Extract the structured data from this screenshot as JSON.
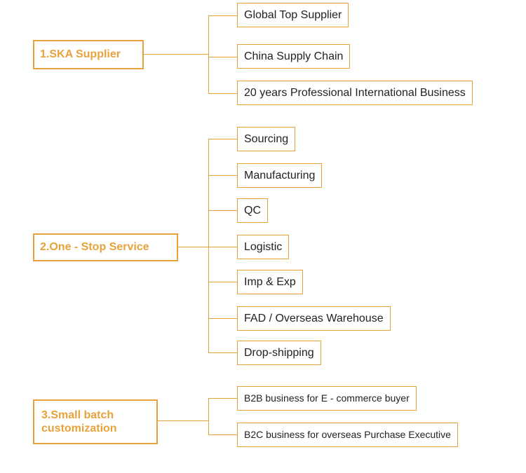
{
  "colors": {
    "accent": "#e8a23c",
    "text": "#222222",
    "background": "#ffffff"
  },
  "groups": [
    {
      "label": "1.SKA Supplier",
      "items": [
        "Global Top Supplier",
        "China Supply Chain",
        "20 years Professional International Business"
      ]
    },
    {
      "label": "2.One - Stop Service",
      "items": [
        "Sourcing",
        "Manufacturing",
        "QC",
        "Logistic",
        "Imp & Exp",
        "FAD / Overseas Warehouse",
        "Drop-shipping"
      ]
    },
    {
      "label": "3.Small batch customization",
      "items": [
        "B2B business for E - commerce buyer",
        "B2C business for overseas Purchase Executive"
      ]
    }
  ]
}
